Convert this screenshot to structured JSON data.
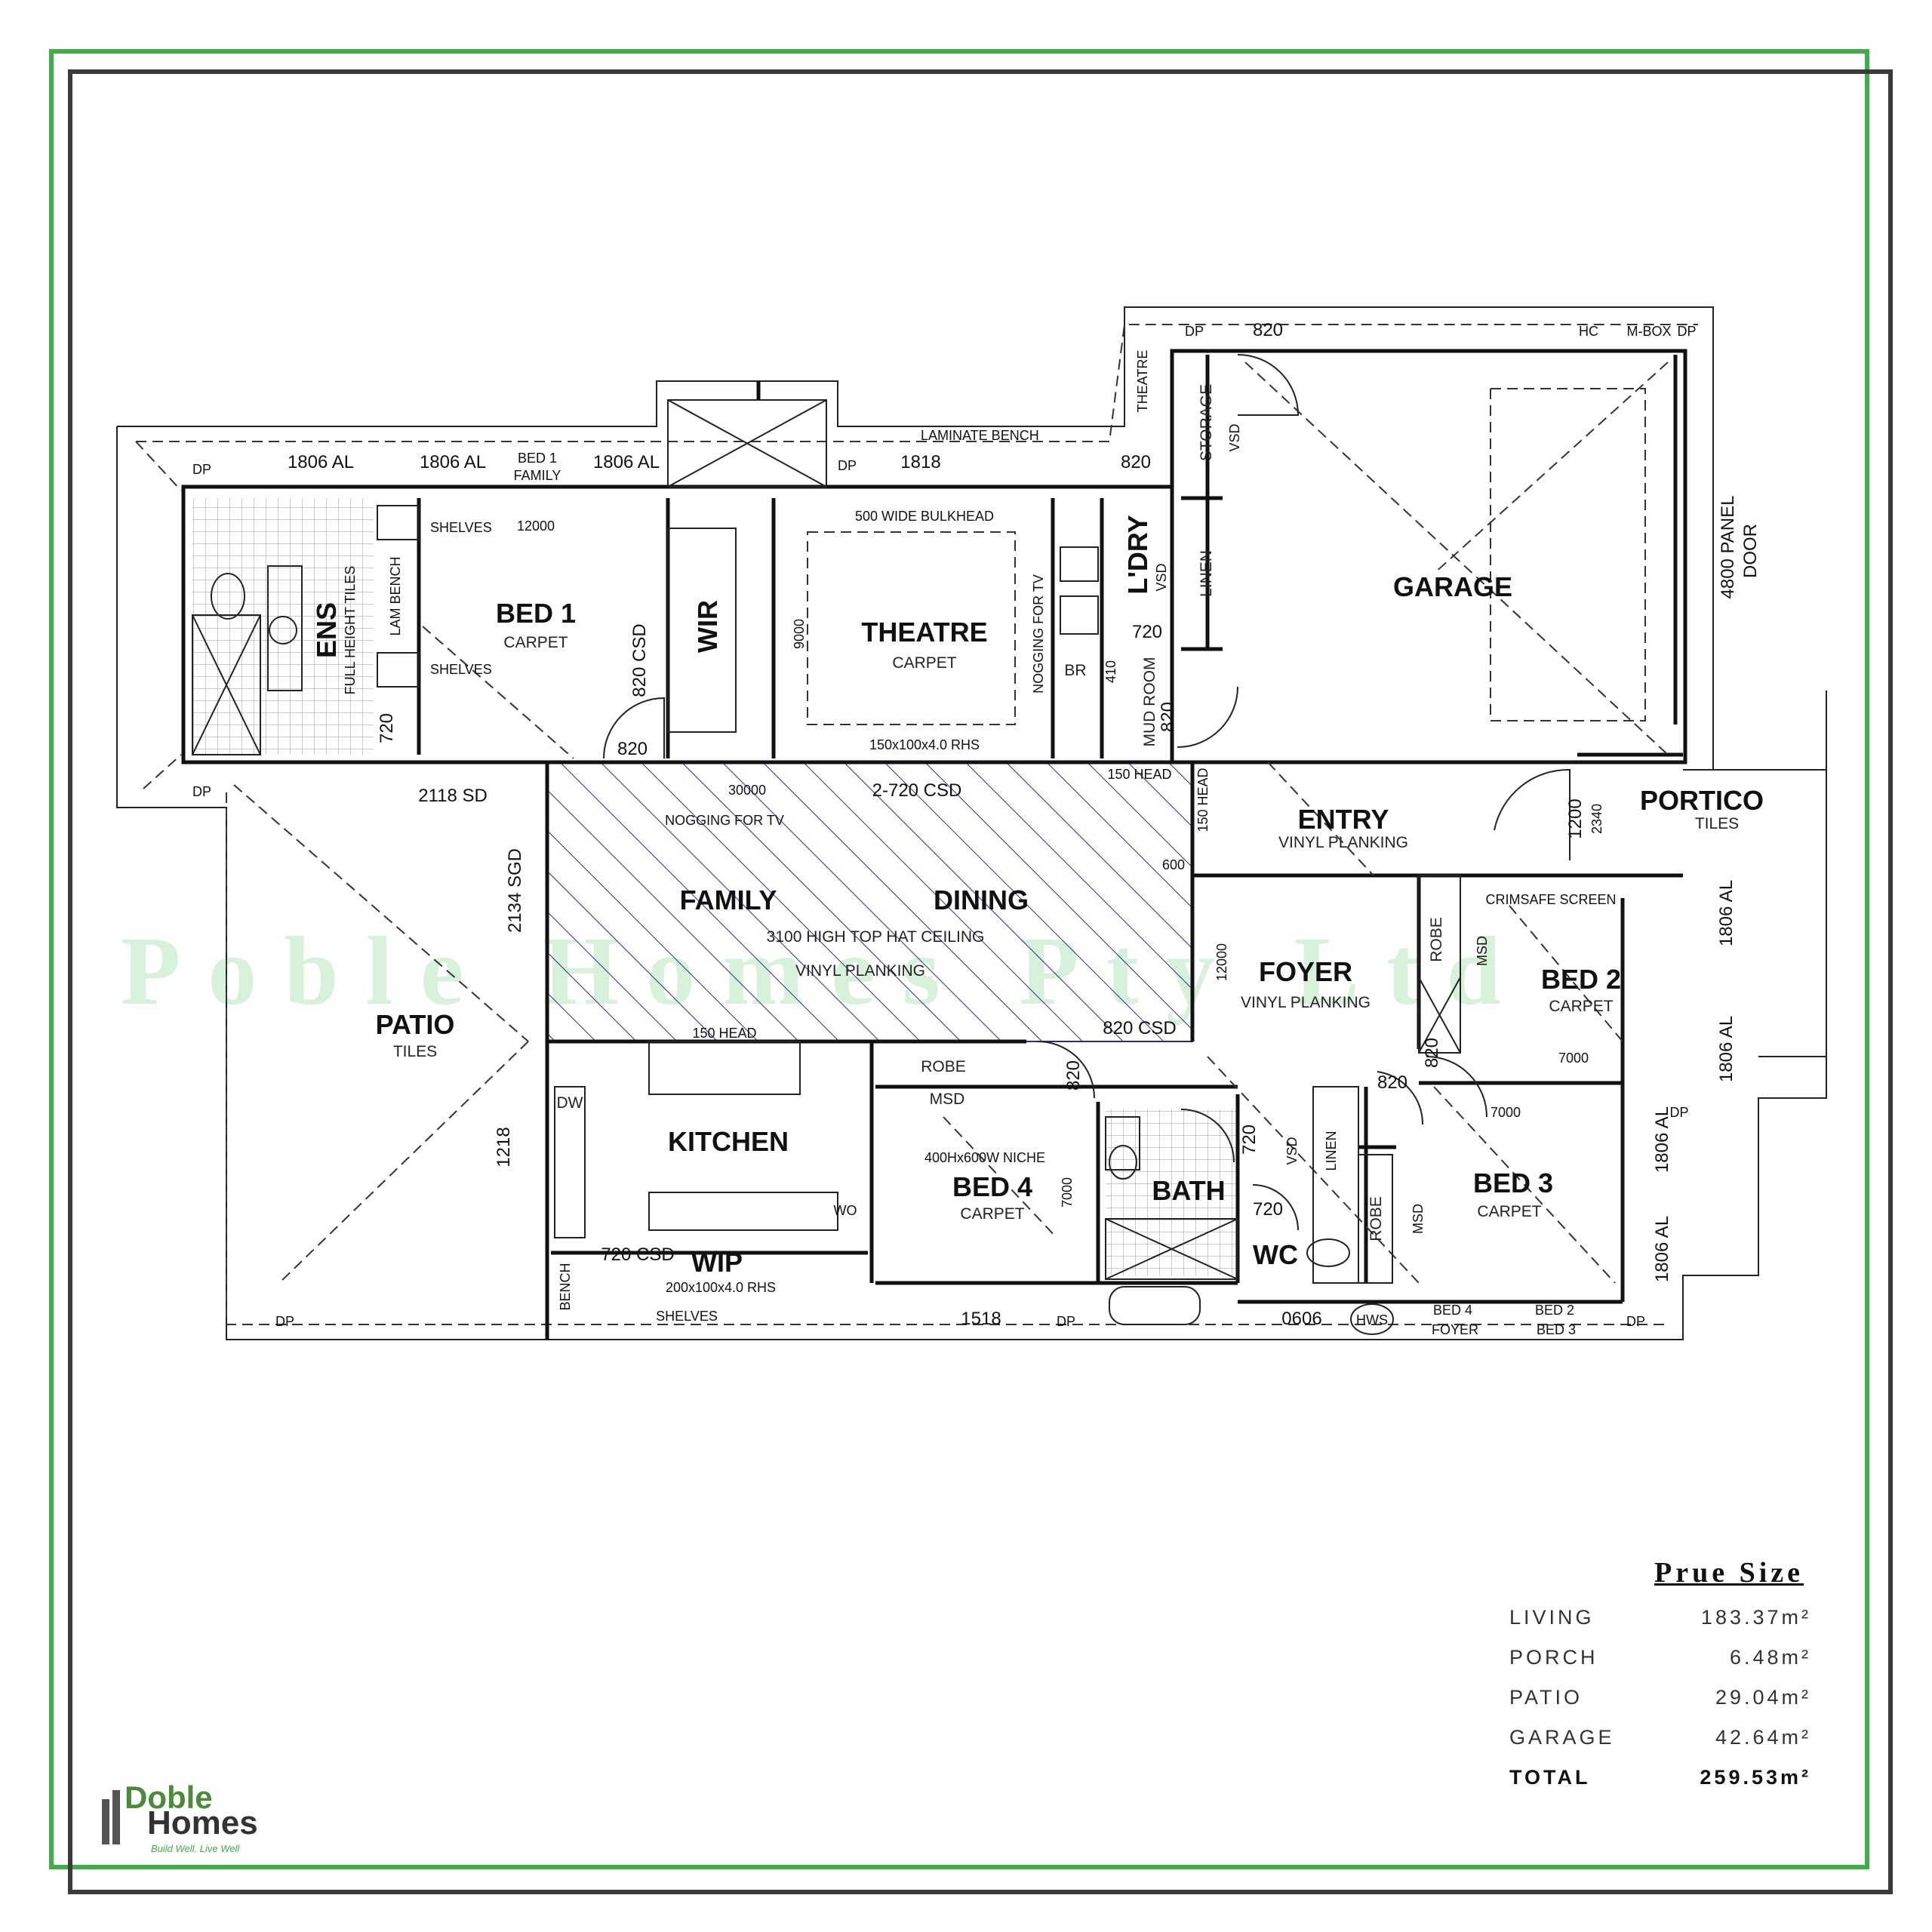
{
  "watermark": "Poble Homes Pty Ltd",
  "rooms": {
    "ens": "ENS",
    "bed1": "BED 1",
    "bed1_floor": "CARPET",
    "wir": "WIR",
    "theatre": "THEATRE",
    "theatre_floor": "CARPET",
    "ldry": "L'DRY",
    "garage": "GARAGE",
    "mud_room": "MUD ROOM",
    "linen": "LINEN",
    "storage": "STORAGE",
    "family": "FAMILY",
    "dining": "DINING",
    "family_ceiling": "3100 HIGH TOP HAT CEILING",
    "family_floor": "VINYL PLANKING",
    "entry": "ENTRY",
    "entry_floor": "VINYL PLANKING",
    "portico": "PORTICO",
    "portico_floor": "TILES",
    "patio": "PATIO",
    "patio_floor": "TILES",
    "foyer": "FOYER",
    "foyer_floor": "VINYL PLANKING",
    "bed2": "BED 2",
    "bed2_floor": "CARPET",
    "kitchen": "KITCHEN",
    "wip": "WIP",
    "bed4": "BED 4",
    "bed4_floor": "CARPET",
    "bath": "BATH",
    "wc": "WC",
    "bed3": "BED 3",
    "bed3_floor": "CARPET",
    "robe": "ROBE",
    "br": "BR"
  },
  "labels": {
    "top_dp_left": "DP",
    "win1": "1806 AL",
    "win2": "1806 AL",
    "bed1_family": "BED 1",
    "bed1_family2": "FAMILY",
    "win3": "1806 AL",
    "dp_mid": "DP",
    "win_1818": "1818",
    "laminate_bench": "LAMINATE BENCH",
    "win_820_top": "820",
    "theatre_v": "THEATRE",
    "garage_dp": "DP",
    "garage_820": "820",
    "hc": "HC",
    "mbox": "M-BOX",
    "mbox_dp": "DP",
    "shelves1": "SHELVES",
    "shelves2": "SHELVES",
    "d12000": "12000",
    "bulkhead": "500 WIDE BULKHEAD",
    "full_height_tiles": "FULL HEIGHT TILES",
    "lam_bench": "LAM BENCH",
    "csd_820_bed1": "820 CSD",
    "d9000": "9000",
    "nogging_tv_theatre": "NOGGING FOR TV",
    "vsd_ldry": "VSD",
    "d720_ldry": "720",
    "d410": "410",
    "vsd_garage": "VSD",
    "panel_door": "4800 PANEL",
    "panel_door2": "DOOR",
    "d720_ens": "720",
    "d820_bed1": "820",
    "rhs_top": "150x100x4.0 RHS",
    "head_150": "150 HEAD",
    "head_150v": "150 HEAD",
    "d820_mud": "820",
    "dp_bl": "DP",
    "sd_2118": "2118 SD",
    "d30000": "30000",
    "csd_2_720": "2-720 CSD",
    "nogging_tv_family": "NOGGING FOR TV",
    "d1200": "1200",
    "d2340": "2340",
    "d600": "600",
    "sgd_2134": "2134 SGD",
    "crimsafe": "CRIMSAFE SCREEN",
    "win_1806_r1": "1806 AL",
    "d12000_foyer": "12000",
    "msd_bed2": "MSD",
    "head_150_bottom": "150 HEAD",
    "csd_820_dining": "820 CSD",
    "win_1806_r2": "1806 AL",
    "d820_bed2": "820",
    "d7000_bed2": "7000",
    "robe_bed4": "ROBE",
    "msd_bed4": "MSD",
    "dw": "DW",
    "d820_bed4": "820",
    "d820_foyer": "820",
    "d7000_bed3": "7000",
    "dp_r": "DP",
    "win_1806_r3": "1806 AL",
    "d1218": "1218",
    "niche": "400Hx600W NICHE",
    "d7000_bed4": "7000",
    "d720_bath": "720",
    "vsd_linen": "VSD",
    "linen2": "LINEN",
    "robe_bed3": "ROBE",
    "msd_bed3": "MSD",
    "wo": "WO",
    "csd_720_wip": "720 CSD",
    "d720_wc": "720",
    "win_1806_r4": "1806 AL",
    "rhs_bottom": "200x100x4.0 RHS",
    "bench": "BENCH",
    "shelves_wip": "SHELVES",
    "dp_bot1": "DP",
    "w1518": "1518",
    "dp_bot2": "DP",
    "w0606": "0606",
    "hws": "HWS",
    "bed4_foyer": "BED 4",
    "foyer_small": "FOYER",
    "bed2_bed3": "BED 2",
    "bed3_small": "BED 3",
    "dp_bot3": "DP"
  },
  "legend": {
    "title": "Prue Size",
    "rows": [
      {
        "label": "LIVING",
        "value": "183.37m²"
      },
      {
        "label": "PORCH",
        "value": "6.48m²"
      },
      {
        "label": "PATIO",
        "value": "29.04m²"
      },
      {
        "label": "GARAGE",
        "value": "42.64m²"
      }
    ],
    "total_label": "TOTAL",
    "total_value": "259.53m²"
  },
  "logo": {
    "word1": "Doble",
    "word2": "Homes",
    "tagline": "Build Well. Live Well"
  },
  "colors": {
    "frame_green": "#3fae49",
    "frame_dark": "#3a3a3a",
    "hatch": "#2b2b8f"
  }
}
